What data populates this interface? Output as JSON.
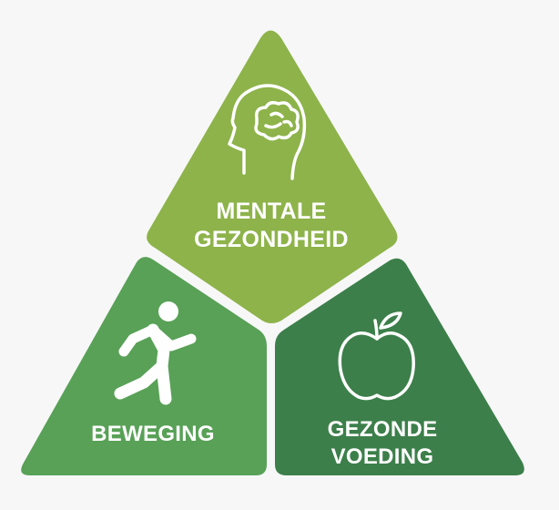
{
  "diagram": {
    "segments": [
      {
        "key": "mental",
        "label_lines": [
          "MENTALE",
          "GEZONDHEID"
        ],
        "color": "#8db34a",
        "icon": "head-brain-icon"
      },
      {
        "key": "movement",
        "label_lines": [
          "BEWEGING"
        ],
        "color": "#58a157",
        "icon": "running-person-icon"
      },
      {
        "key": "nutrition",
        "label_lines": [
          "GEZONDE",
          "VOEDING"
        ],
        "color": "#3c7f4a",
        "icon": "apple-icon"
      }
    ],
    "background_color": "#f7f7f7",
    "icon_color": "#ffffff"
  }
}
